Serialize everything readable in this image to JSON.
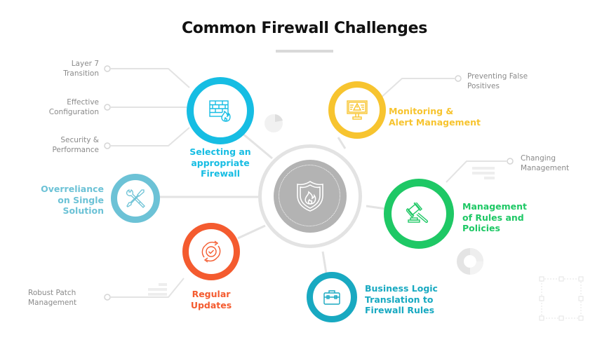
{
  "title": "Common Firewall Challenges",
  "colors": {
    "cyan": "#16bde3",
    "yellow": "#f7c42f",
    "green": "#1ec865",
    "lightblue": "#6cc2d6",
    "orange": "#f45b2f",
    "teal": "#18a9c1",
    "center": "#b3b3b3",
    "line": "#e3e3e3"
  },
  "center": {
    "icon": "shield-fire-icon"
  },
  "challenges": [
    {
      "id": "selecting",
      "label_lines": [
        "Selecting an",
        "appropriate",
        "Firewall"
      ],
      "icon": "firewall-brick-icon",
      "color": "#16bde3",
      "sub_items": [
        {
          "lines": [
            "Layer 7",
            "Transition"
          ]
        },
        {
          "lines": [
            "Effective",
            "Configuration"
          ]
        },
        {
          "lines": [
            "Security &",
            "Performance"
          ]
        }
      ]
    },
    {
      "id": "monitoring",
      "label_lines": [
        "Monitoring &",
        "Alert Management"
      ],
      "icon": "monitor-alert-icon",
      "color": "#f7c42f",
      "sub_items": [
        {
          "lines": [
            "Preventing False",
            "Positives"
          ]
        }
      ]
    },
    {
      "id": "management",
      "label_lines": [
        "Management",
        "of Rules and",
        "Policies"
      ],
      "icon": "gavel-icon",
      "color": "#1ec865",
      "sub_items": [
        {
          "lines": [
            "Changing",
            "Management"
          ]
        }
      ]
    },
    {
      "id": "overreliance",
      "label_lines": [
        "Overreliance",
        "on Single",
        "Solution"
      ],
      "icon": "tools-icon",
      "color": "#6cc2d6",
      "sub_items": []
    },
    {
      "id": "updates",
      "label_lines": [
        "Regular",
        "Updates"
      ],
      "icon": "update-check-icon",
      "color": "#f45b2f",
      "sub_items": [
        {
          "lines": [
            "Robust Patch",
            "Management"
          ]
        }
      ]
    },
    {
      "id": "business",
      "label_lines": [
        "Business Logic",
        "Translation to",
        "Firewall Rules"
      ],
      "icon": "briefcase-icon",
      "color": "#18a9c1",
      "sub_items": []
    }
  ]
}
